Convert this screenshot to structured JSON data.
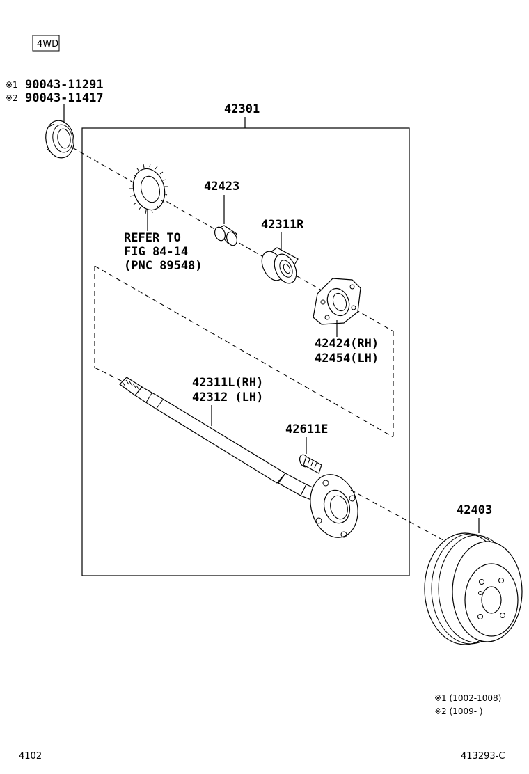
{
  "badge": "4WD",
  "notes": {
    "mark1": "※1",
    "mark2": "※2",
    "seal_part1": "90043-11291",
    "seal_part2": "90043-11417"
  },
  "parts": {
    "assembly": "42301",
    "retainer": "42423",
    "bearing": "42311R",
    "plate_rh": "42424(RH)",
    "plate_lh": "42454(LH)",
    "shaft_rh": "42311L(RH)",
    "shaft_lh": "42312 (LH)",
    "hub_bolt": "42611E",
    "drum": "42403"
  },
  "refer": {
    "line1": "REFER TO",
    "line2": "FIG 84-14",
    "line3": "(PNC 89548)"
  },
  "legend": {
    "line1": "※1 (1002-1008)",
    "line2": "※2 (1009-     )"
  },
  "footer": {
    "left": "4102",
    "right": "413293-C"
  }
}
